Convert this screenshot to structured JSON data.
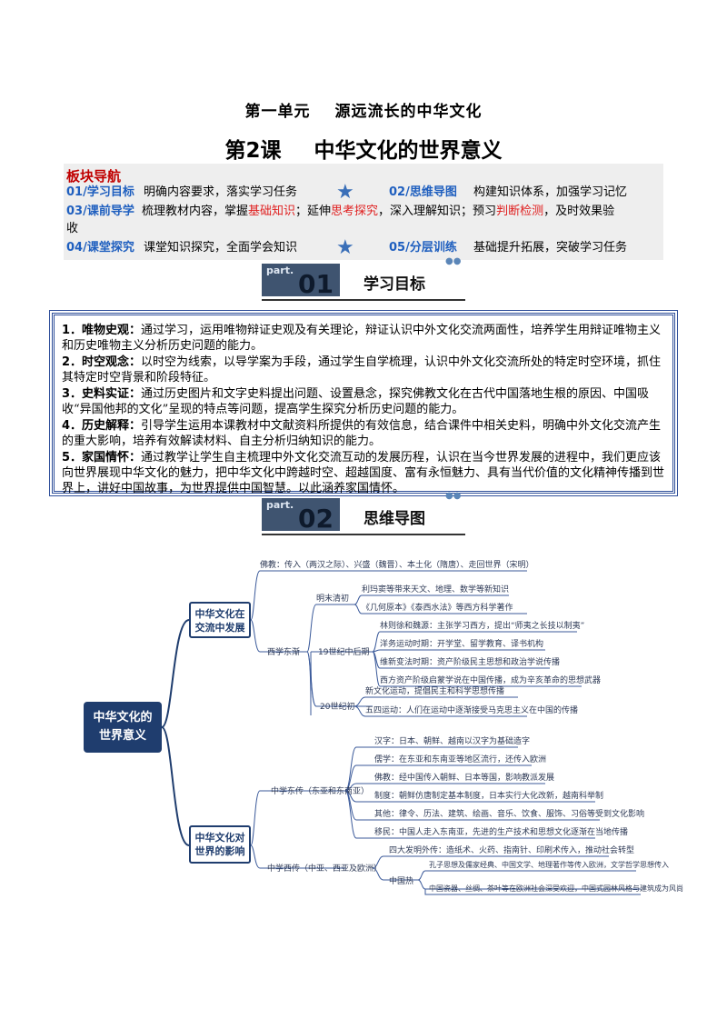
{
  "header": {
    "unit": "第一单元",
    "unit_title": "源远流长的中华文化",
    "lesson": "第2课",
    "lesson_title": "中华文化的世界意义"
  },
  "nav": {
    "heading": "板块导航",
    "row1": {
      "tag_a": "01/学习目标",
      "text_a": "明确内容要求，落实学习任务",
      "tag_b": "02/思维导图",
      "text_b": "构建知识体系，加强学习记忆"
    },
    "row2": {
      "tag": "03/课前导学",
      "t1": "梳理教材内容，掌握",
      "r1": "基础知识",
      "t2": "；延伸",
      "r2": "思考探究",
      "t3": "，深入理解知识；预习",
      "r3": "判断检测",
      "t4": "，及时效果验"
    },
    "row2b": "收",
    "row3": {
      "tag_a": "04/课堂探究",
      "text_a": "课堂知识探究，全面学会知识",
      "tag_b": "05/分层训练",
      "text_b": "基础提升拓展，突破学习任务"
    },
    "star": "★"
  },
  "part1": {
    "part": "part.",
    "num": "01",
    "title": "学习目标"
  },
  "part2": {
    "part": "part.",
    "num": "02",
    "title": "思维导图"
  },
  "goals": [
    {
      "label": "1．唯物史观：",
      "text": "通过学习，运用唯物辩证史观及有关理论，辩证认识中外文化交流两面性，培养学生用辩证唯物主义和历史唯物主义分析历史问题的能力。"
    },
    {
      "label": "2．时空观念：",
      "text": "以时空为线索，以导学案为手段，通过学生自学梳理，认识中外文化交流所处的特定时空环境，抓住其特定时空背景和阶段特征。"
    },
    {
      "label": "3．史料实证：",
      "text": "通过历史图片和文字史料提出问题、设置悬念，探究佛教文化在古代中国落地生根的原因、中国吸收“异国他邦的文化”呈现的特点等问题，提高学生探究分析历史问题的能力。"
    },
    {
      "label": "4．历史解释：",
      "text": "引导学生运用本课教材中文献资料所提供的有效信息，结合课件中相关史料，明确中外文化交流产生的重大影响，培养有效解读材料、自主分析归纳知识的能力。"
    },
    {
      "label": "5．家国情怀：",
      "text": "通过教学让学生自主梳理中外文化交流互动的发展历程，认识在当今世界发展的进程中，我们更应该向世界展现中华文化的魅力，把中华文化中跨越时空、超越国度、富有永恒魅力、具有当代价值的文化精神传播到世界上，讲好中国故事，为世界提供中国智慧。以此涵养家国情怀。"
    }
  ],
  "mindmap": {
    "root": "中华文化的世界意义",
    "branch1": "中华文化在交流中发展",
    "branch2": "中华文化对世界的影响",
    "b1_items": {
      "buddhism": "佛教：传入（两汉之际）、兴盛（魏晋）、本土化（隋唐）、走回世界（宋明）",
      "west": "西学东渐",
      "mingqing": "明末清初",
      "mq1": "利玛窦等带来天文、地理、数学等新知识",
      "mq2": "《几何原本》《泰西水法》等西方科学著作",
      "c19": "19世纪中后期",
      "c19_1": "林则徐和魏源：主张学习西方，提出“师夷之长技以制夷”",
      "c19_2": "洋务运动时期：开学堂、留学教育、译书机构",
      "c19_3": "维新变法时期：资产阶级民主思想和政治学说传播",
      "c19_4": "西方资产阶级启蒙学说在中国传播，成为辛亥革命的思想武器",
      "c20": "20世纪初",
      "c20_1": "新文化运动，提倡民主和科学思想传播",
      "c20_2": "五四运动：人们在运动中逐渐接受马克思主义在中国的传播"
    },
    "b2_items": {
      "east": "中学东传（东亚和东南亚）",
      "e1": "汉字：日本、朝鲜、越南以汉字为基础造字",
      "e2": "儒学：在东亚和东南亚等地区流行，还传入欧洲",
      "e3": "佛教：经中国传入朝鲜、日本等国，影响教派发展",
      "e4": "制度：朝鲜仿唐制定基本制度，日本实行大化改新，越南科举制",
      "e5": "其他：律令、历法、建筑、绘画、音乐、饮食、服饰、习俗等受到文化影响",
      "e6": "移民：中国人走入东南亚，先进的生产技术和思想文化逐渐在当地传播",
      "westward": "中学西传（中亚、西亚及欧洲）",
      "w1": "四大发明外传：造纸术、火药、指南针、印刷术传入，推动社会转型",
      "w_label": "中国热",
      "w2": "孔子思想及儒家经典、中国文学、地理著作等传入欧洲，文学哲学思想传入",
      "w3": "中国瓷器、丝绸、茶叶等在欧洲社会深受欢迎，中国式园林风格与建筑成为风尚"
    }
  }
}
